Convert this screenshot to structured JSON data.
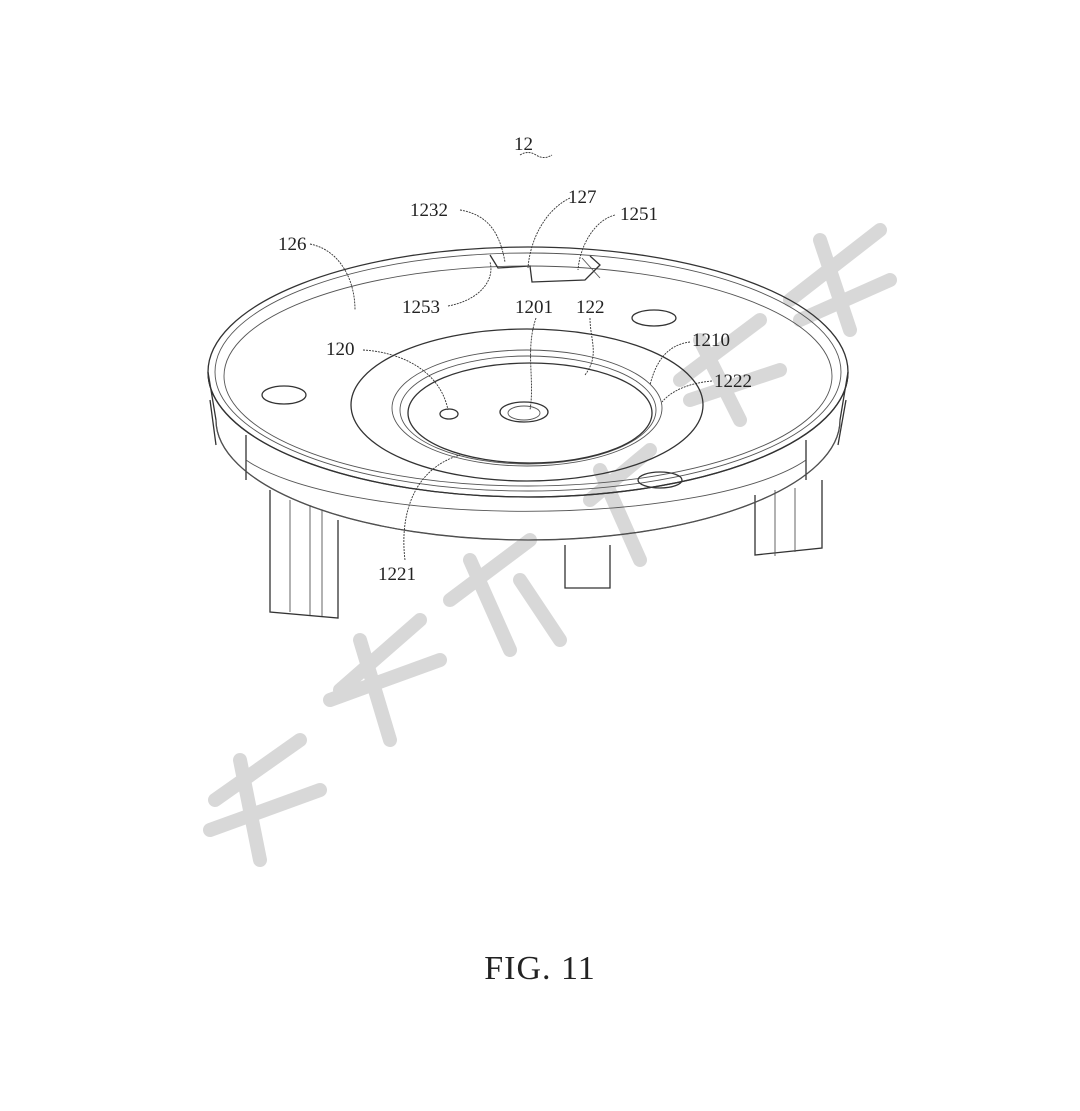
{
  "figure": {
    "caption": "FIG.  11",
    "component_label": "12",
    "watermark": "聚德知识产权",
    "labels": {
      "l127": "127",
      "l1232": "1232",
      "l1251": "1251",
      "l126": "126",
      "l1253": "1253",
      "l1201": "1201",
      "l122": "122",
      "l120": "120",
      "l1210": "1210",
      "l1222": "1222",
      "l1221": "1221"
    }
  }
}
